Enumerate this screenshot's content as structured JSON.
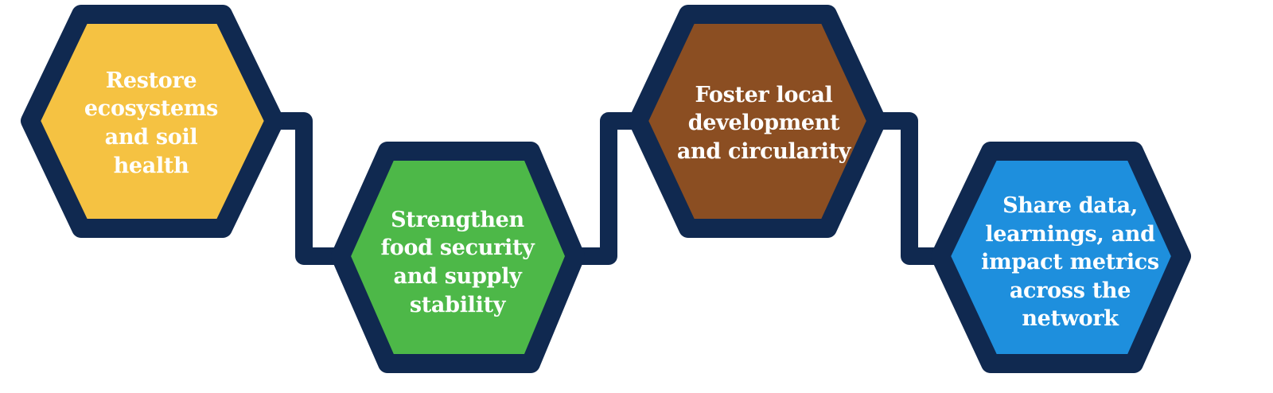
{
  "colors": {
    "outline": "#102950",
    "step1_fill": "#F5C242",
    "step2_fill": "#4DB848",
    "step3_fill": "#8B4E22",
    "step4_fill": "#1E8FDD",
    "text": "#FFFFFF"
  },
  "steps": [
    {
      "label": "Restore ecosystems and soil health"
    },
    {
      "label": "Strengthen food security and supply stability"
    },
    {
      "label": "Foster local development and circularity"
    },
    {
      "label": "Share data, learnings, and impact metrics across the network"
    }
  ]
}
